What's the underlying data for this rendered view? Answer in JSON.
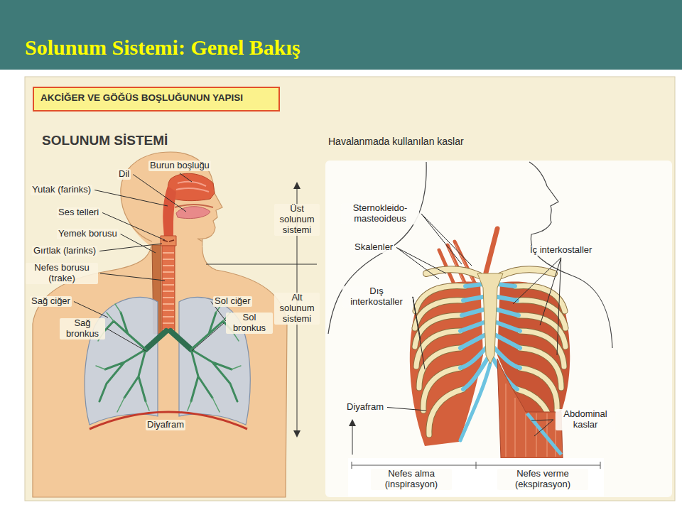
{
  "diagram": {
    "title": "Solunum Sistemi: Genel Bakış",
    "nodes": [
      {
        "text": [
          "AKCİĞER VE GÖĞÜS BOŞLUĞUNUN YAPISI"
        ]
      }
    ],
    "labels": [
      "SOLUNUM SİSTEMİ",
      "Havalanmada kullanılan kaslar",
      "Burun boşluğu",
      "Dil",
      "Yutak (farinks)",
      "Ses telleri",
      "Yemek borusu",
      "Gırtlak (larinks)",
      "Nefes borusu (trake)",
      "Sağ ciğer",
      "Sağ bronkus",
      "Sol ciğer",
      "Sol bronkus",
      "Diyafram",
      "Üst solunum sistemi",
      "Alt solunum sistemi",
      "Sternokleido- masteoideus",
      "Skalenler",
      "Dış interkostaller",
      "İç interkostaller",
      "Diyafram",
      "Abdominal kaslar",
      "Nefes alma (inspirasyon)",
      "Nefes verme (ekspirasyon)"
    ]
  }
}
